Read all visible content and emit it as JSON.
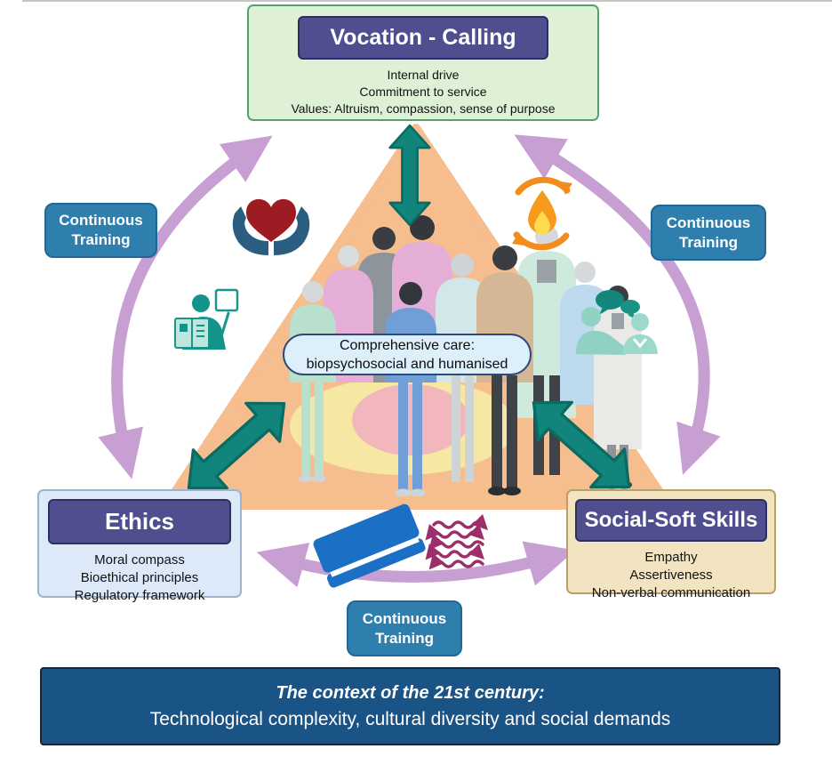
{
  "nodes": {
    "vocation": {
      "title": "Vocation - Calling",
      "lines": [
        "Internal drive",
        "Commitment to service",
        "Values: Altruism, compassion, sense of purpose"
      ]
    },
    "ethics": {
      "title": "Ethics",
      "lines": [
        "Moral compass",
        "Bioethical principles",
        "Regulatory framework"
      ]
    },
    "social": {
      "title": "Social-Soft Skills",
      "lines": [
        "Empathy",
        "Assertiveness",
        "Non-verbal communication"
      ]
    }
  },
  "training": {
    "left": "Continuous Training",
    "right": "Continuous Training",
    "bottom": "Continuous Training"
  },
  "center": {
    "pill_line1": "Comprehensive care:",
    "pill_line2": "biopsychosocial and humanised"
  },
  "banner": {
    "line1": "The context of the 21st century:",
    "line2": "Technological complexity, cultural diversity and social demands"
  },
  "icons": {
    "heart_in_hands": "heart-in-hands-icon",
    "renewal_flame": "renewal-flame-icon",
    "teacher_training": "teacher-training-icon",
    "conversation": "conversation-icon",
    "book": "book-icon",
    "soft_skill_waves": "soft-skill-waves-icon"
  },
  "colors": {
    "triangle_orange": "#f6bd8e",
    "arc_purple": "#c79fd3",
    "arrow_teal": "#11857b",
    "training_blue": "#2e7eae",
    "vocation_green": "#def1d7",
    "ethics_blue": "#dbe9f8",
    "social_tan": "#f2e4c1",
    "header_purple": "#4f4e8e",
    "banner_blue": "#1a5486",
    "heart_red": "#9d1b23",
    "flame_orange": "#f28c1c",
    "wave_magenta": "#9c2f6a",
    "book_blue": "#1b6fc4"
  }
}
